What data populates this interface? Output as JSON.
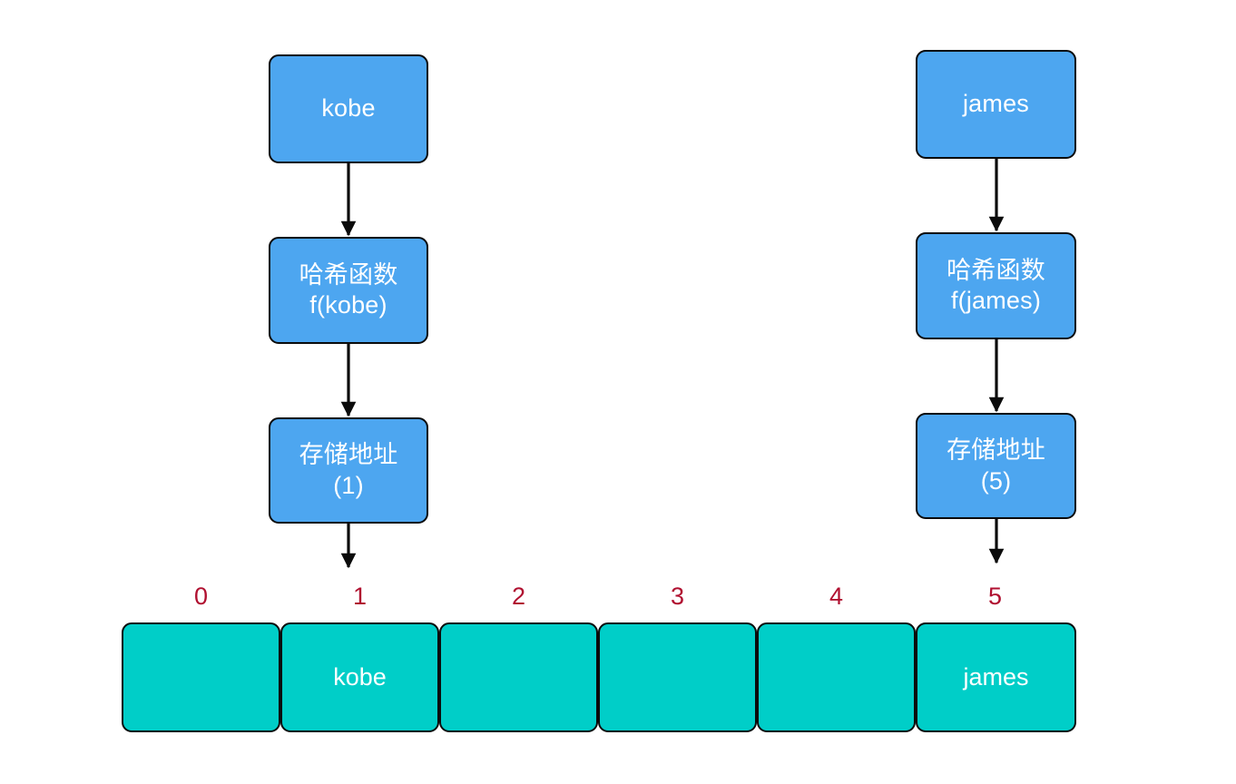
{
  "diagram": {
    "type": "hash-table-flow",
    "title": "",
    "colors": {
      "node_fill": "#4da6f0",
      "node_text": "#ffffff",
      "bucket_fill": "#00cec8",
      "bucket_text": "#ffffff",
      "index_text": "#b01030",
      "stroke": "#0b0b0b",
      "background": "#ffffff"
    },
    "flows": [
      {
        "id": "kobe-flow",
        "key_label": "kobe",
        "hash_label_line1": "哈希函数",
        "hash_label_line2": "f(kobe)",
        "address_label_line1": "存储地址",
        "address_label_line2": "(1)",
        "target_index": "1"
      },
      {
        "id": "james-flow",
        "key_label": "james",
        "hash_label_line1": "哈希函数",
        "hash_label_line2": "f(james)",
        "address_label_line1": "存储地址",
        "address_label_line2": "(5)",
        "target_index": "5"
      }
    ],
    "array": {
      "indices": [
        "0",
        "1",
        "2",
        "3",
        "4",
        "5"
      ],
      "cells": [
        "",
        "kobe",
        "",
        "",
        "",
        "james"
      ]
    }
  }
}
